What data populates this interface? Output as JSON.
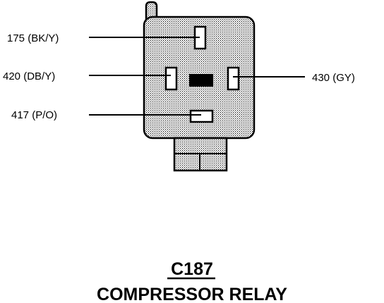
{
  "connector": {
    "id": "C187",
    "name": "COMPRESSOR RELAY"
  },
  "pins": [
    {
      "circuit": "175 (BK/Y)"
    },
    {
      "circuit": "420 (DB/Y)"
    },
    {
      "circuit": "430 (GY)"
    },
    {
      "circuit": "417 (P/O)"
    }
  ],
  "colors": {
    "line": "#000000",
    "shading_dot": "#000000",
    "background": "#ffffff"
  }
}
